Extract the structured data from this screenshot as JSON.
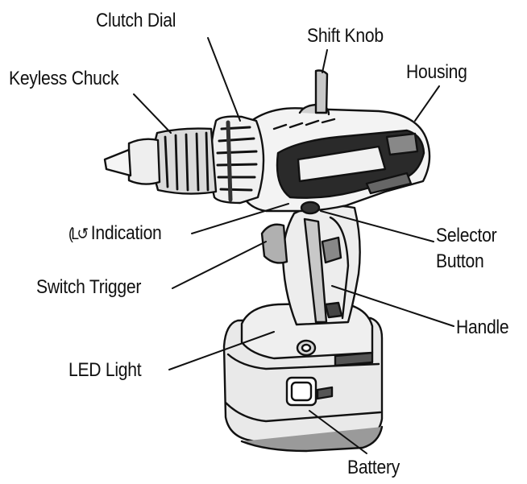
{
  "labels": {
    "clutch_dial": "Clutch Dial",
    "shift_knob": "Shift Knob",
    "keyless_chuck": "Keyless Chuck",
    "housing": "Housing",
    "indication": "Indication",
    "selector_line1": "Selector",
    "selector_line2": "Button",
    "switch_trigger": "Switch Trigger",
    "handle": "Handle",
    "led_light": "LED Light",
    "battery": "Battery"
  },
  "indication_icon": "lock-rotation-icon",
  "colors": {
    "line": "#111111",
    "body_fill": "#f2f2f2",
    "dark_fill": "#444444",
    "shade": "#c8c8c8"
  }
}
